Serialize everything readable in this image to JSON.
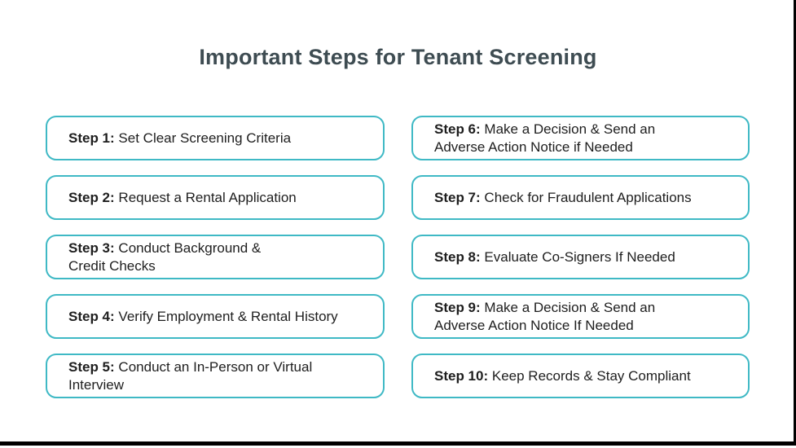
{
  "title": "Important Steps for Tenant Screening",
  "colors": {
    "background": "#FFFFFF",
    "title_text": "#3E4C52",
    "step_text": "#1E1E1E",
    "box_border": "#3FB9C5",
    "frame_line": "#000000"
  },
  "steps": [
    {
      "label": "Step 1:",
      "text": "Set Clear Screening Criteria"
    },
    {
      "label": "Step 2:",
      "text": "Request a Rental Application"
    },
    {
      "label": "Step 3:",
      "text": "Conduct Background &\nCredit Checks"
    },
    {
      "label": "Step 4:",
      "text": "Verify Employment & Rental History"
    },
    {
      "label": "Step 5:",
      "text": "Conduct an In-Person or Virtual\nInterview"
    },
    {
      "label": "Step 6:",
      "text": "Make a Decision & Send an\nAdverse Action Notice if Needed"
    },
    {
      "label": "Step 7:",
      "text": "Check for Fraudulent Applications"
    },
    {
      "label": "Step 8:",
      "text": "Evaluate Co-Signers If Needed"
    },
    {
      "label": "Step 9:",
      "text": "Make a Decision & Send an\nAdverse Action Notice If Needed"
    },
    {
      "label": "Step 10:",
      "text": "Keep Records & Stay Compliant"
    }
  ]
}
